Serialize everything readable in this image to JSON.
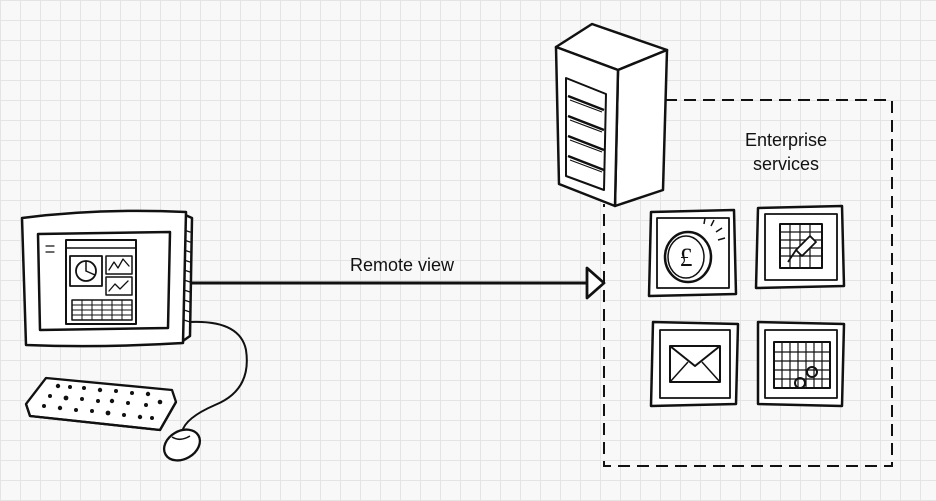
{
  "diagram": {
    "arrow_label": "Remote view",
    "enterprise_label_line1": "Enterprise",
    "enterprise_label_line2": "services"
  },
  "nodes": [
    {
      "name": "client-computer",
      "icon": "computer-icon"
    },
    {
      "name": "keyboard",
      "icon": "keyboard-icon"
    },
    {
      "name": "mouse",
      "icon": "mouse-icon"
    },
    {
      "name": "server",
      "icon": "server-rack-icon"
    },
    {
      "name": "finance-service",
      "icon": "pound-coin-icon"
    },
    {
      "name": "document-service",
      "icon": "document-icon"
    },
    {
      "name": "mail-service",
      "icon": "envelope-icon"
    },
    {
      "name": "calendar-service",
      "icon": "calendar-icon"
    }
  ],
  "colors": {
    "ink": "#111111",
    "paper": "#ffffff",
    "grid": "#e4e4e4",
    "background": "#f8f8f8"
  }
}
